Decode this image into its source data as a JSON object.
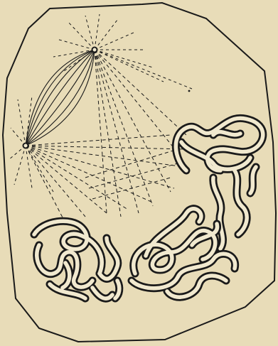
{
  "figure": {
    "subject": "cell-division-spindle-illustration",
    "background_color": "#e8dcb8",
    "ink_color": "#1a1a1a",
    "tube_fill_color": "#f1e9cf",
    "structures": [
      "cell-membrane-outline",
      "centrosome-upper",
      "centrosome-left",
      "astral-rays",
      "spindle-fibers",
      "chromosome-mass-right",
      "chromosome-mass-left",
      "chromosome-mass-center"
    ]
  }
}
